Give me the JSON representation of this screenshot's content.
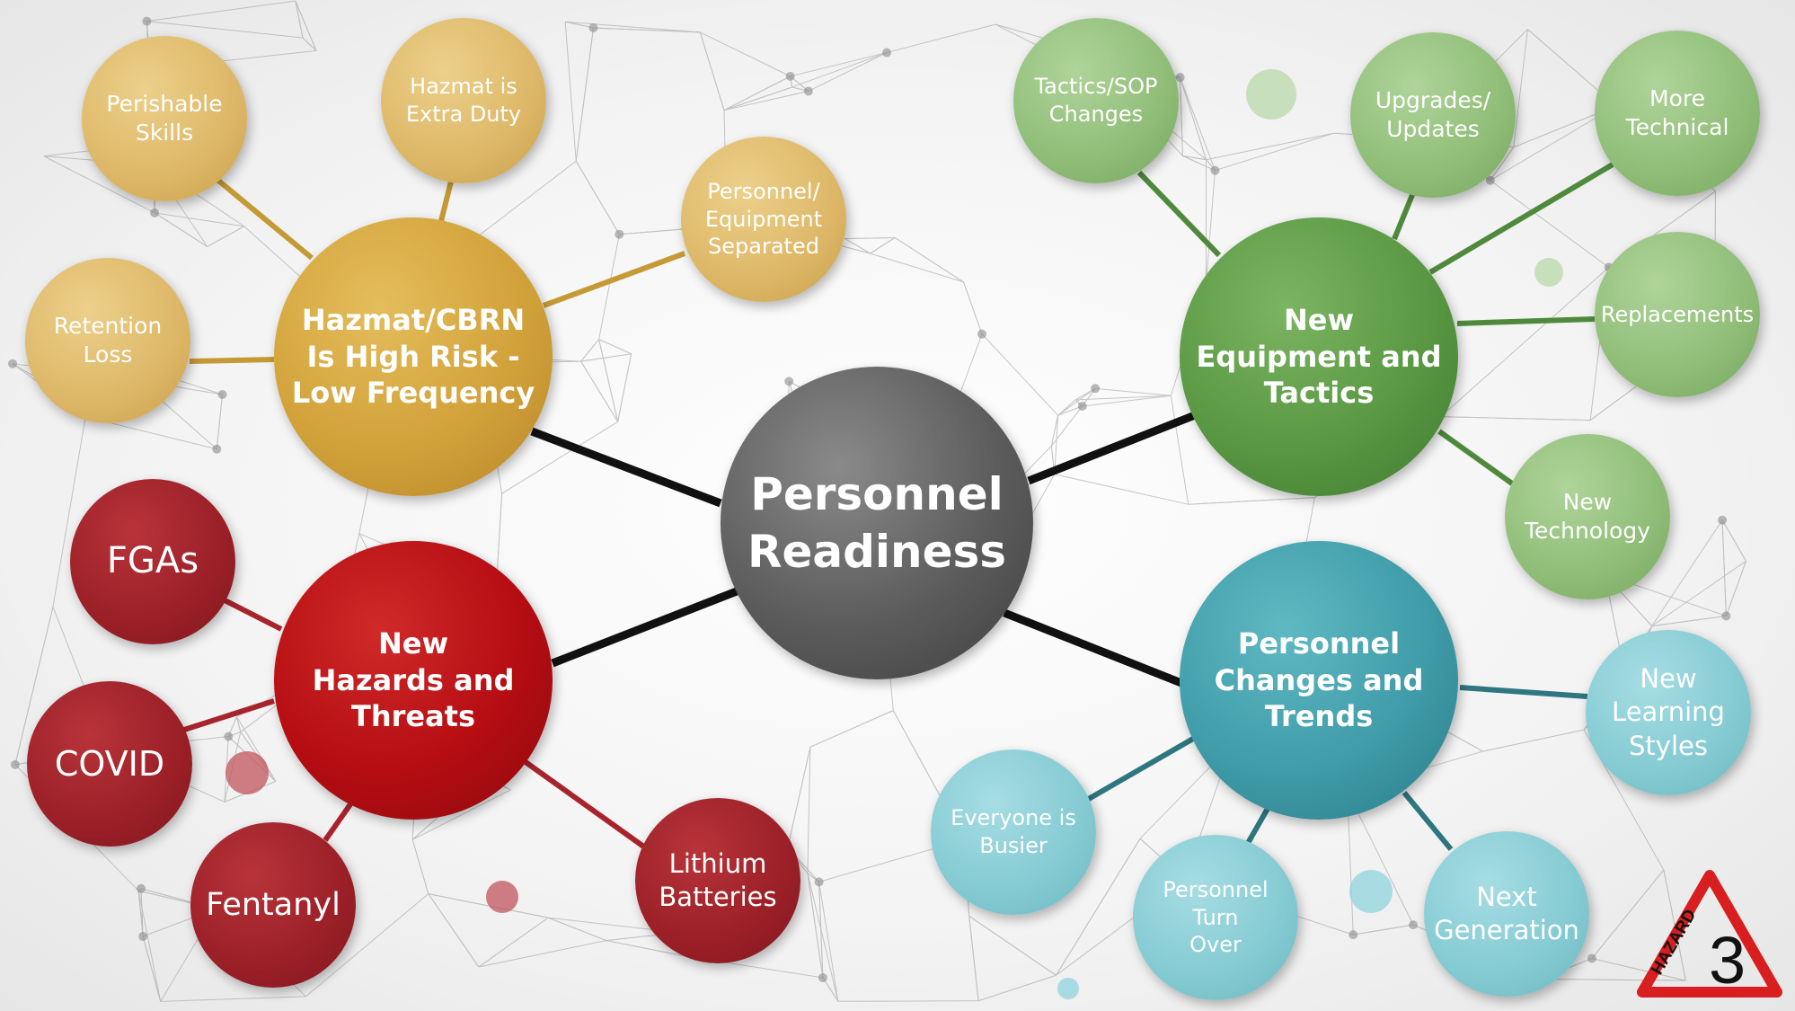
{
  "center": {
    "label": "Personnel\nReadiness"
  },
  "hubs": {
    "hazmat": "Hazmat/CBRN\nIs High Risk -\nLow Frequency",
    "equipment": "New\nEquipment and\nTactics",
    "hazards": "New\nHazards and\nThreats",
    "personnel": "Personnel\nChanges and\nTrends"
  },
  "hazmat_items": {
    "perishable": "Perishable\nSkills",
    "extra_duty": "Hazmat is\nExtra Duty",
    "separated": "Personnel/\nEquipment\nSeparated",
    "retention": "Retention\nLoss"
  },
  "equipment_items": {
    "tactics_sop": "Tactics/SOP\nChanges",
    "upgrades": "Upgrades/\nUpdates",
    "technical": "More\nTechnical",
    "replacements": "Replacements",
    "technology": "New\nTechnology"
  },
  "hazards_items": {
    "fgas": "FGAs",
    "covid": "COVID",
    "fentanyl": "Fentanyl",
    "lithium": "Lithium\nBatteries"
  },
  "personnel_items": {
    "learning": "New\nLearning\nStyles",
    "busier": "Everyone is\nBusier",
    "turnover": "Personnel\nTurn\nOver",
    "next_gen": "Next\nGeneration"
  },
  "logo": {
    "text": "HAZARD",
    "number": "3"
  },
  "colors": {
    "center": "#5c5c5c",
    "gold": "#d2a23a",
    "green": "#5a9843",
    "red": "#b50d12",
    "teal": "#3f9ca8",
    "connector_main": "#111111",
    "logo_red": "#d81e1e"
  }
}
